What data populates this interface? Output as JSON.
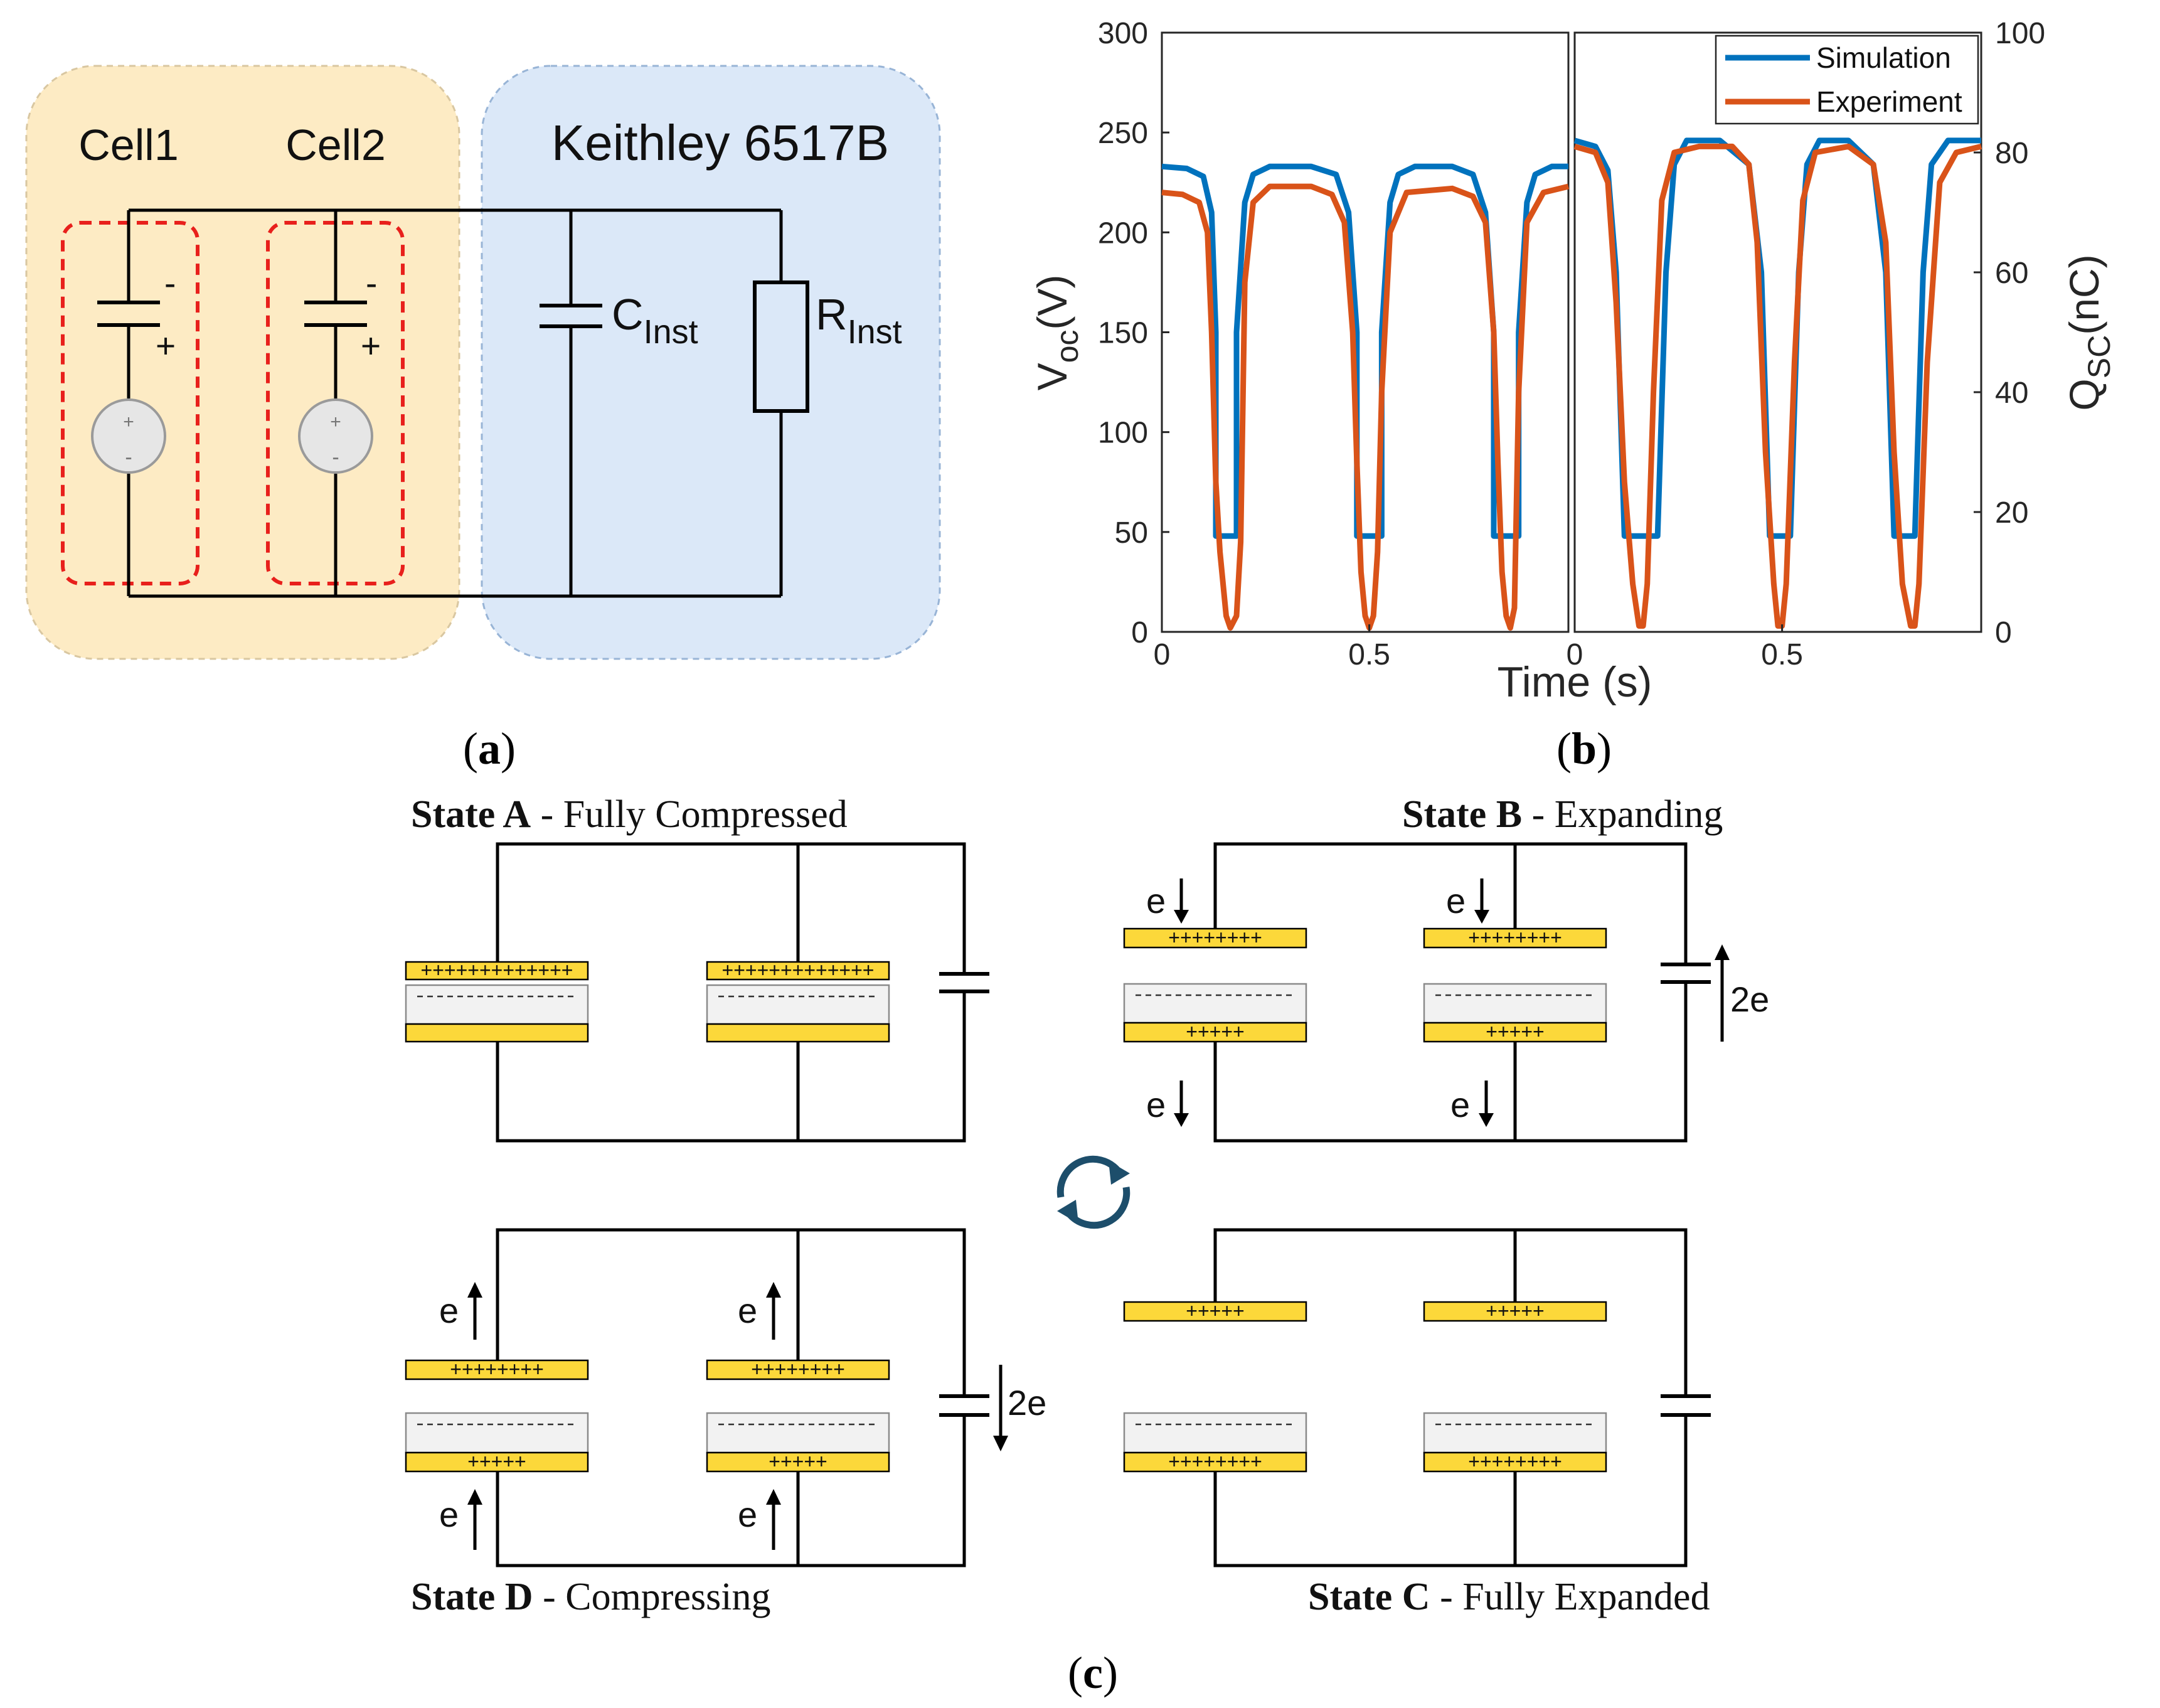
{
  "panel_a": {
    "cell1_label": "Cell1",
    "cell2_label": "Cell2",
    "instrument_label": "Keithley 6517B",
    "cap_label_main": "C",
    "cap_label_sub": "Inst",
    "res_label_main": "R",
    "res_label_sub": "Inst",
    "minus_sign": "-",
    "plus_sign": "+",
    "caption_open": "(",
    "caption_letter": "a",
    "caption_close": ")",
    "colors": {
      "cells_bg": "#fdebc4",
      "instrument_bg": "#dbe8f8",
      "dashed_box": "#e8201c"
    }
  },
  "panel_b": {
    "caption_open": "(",
    "caption_letter": "b",
    "caption_close": ")"
  },
  "panel_c": {
    "state_a_bold": "State A",
    "state_a_rest": " - Fully Compressed",
    "state_b_bold": "State B",
    "state_b_rest": " - Expanding",
    "state_c_bold": "State C",
    "state_c_rest": " - Fully Expanded",
    "state_d_bold": "State D",
    "state_d_rest": " - Compressing",
    "plus13": "+++++++++++++",
    "plus8": "++++++++",
    "plus5": "+++++",
    "e_label": "e",
    "two_e_label": "2e",
    "cycle_icon": "cycle-arrows-icon",
    "caption_open": "(",
    "caption_letter": "c",
    "caption_close": ")",
    "colors": {
      "electrode": "#fcd83a",
      "dielectric": "#f2f2f2",
      "cycle_icon": "#1d4e6b"
    }
  },
  "chart_data": {
    "type": "line",
    "xlabel": "Time (s)",
    "ylabel_left_main": "V",
    "ylabel_left_sub": "oc",
    "ylabel_left_unit": "(V)",
    "ylabel_right_main": "Q",
    "ylabel_right_sub": "SC",
    "ylabel_right_unit": "(nC)",
    "legend_position": "top-right",
    "grid": false,
    "series_colors": {
      "Simulation": "#0072bd",
      "Experiment": "#d95319"
    },
    "subplots": [
      {
        "axis": "left",
        "xlim": [
          0,
          0.98
        ],
        "ylim": [
          0,
          300
        ],
        "xticks": [
          "0",
          "0.5"
        ],
        "yticks": [
          "0",
          "50",
          "100",
          "150",
          "200",
          "250",
          "300"
        ],
        "series": [
          {
            "name": "Simulation",
            "x": [
              0,
              0.06,
              0.1,
              0.12,
              0.13,
              0.13,
              0.18,
              0.18,
              0.2,
              0.22,
              0.26,
              0.36,
              0.42,
              0.45,
              0.47,
              0.47,
              0.53,
              0.53,
              0.55,
              0.57,
              0.61,
              0.7,
              0.75,
              0.78,
              0.8,
              0.8,
              0.86,
              0.86,
              0.88,
              0.9,
              0.94,
              0.98
            ],
            "y": [
              233,
              232,
              228,
              210,
              150,
              48,
              48,
              150,
              215,
              229,
              233,
              233,
              229,
              210,
              150,
              48,
              48,
              150,
              215,
              229,
              233,
              233,
              229,
              210,
              150,
              48,
              48,
              150,
              215,
              229,
              233,
              233
            ]
          },
          {
            "name": "Experiment",
            "x": [
              0,
              0.05,
              0.09,
              0.11,
              0.12,
              0.13,
              0.14,
              0.155,
              0.165,
              0.18,
              0.19,
              0.2,
              0.22,
              0.26,
              0.36,
              0.41,
              0.44,
              0.46,
              0.47,
              0.48,
              0.49,
              0.5,
              0.51,
              0.52,
              0.53,
              0.55,
              0.59,
              0.7,
              0.75,
              0.78,
              0.8,
              0.81,
              0.82,
              0.83,
              0.84,
              0.85,
              0.86,
              0.88,
              0.92,
              0.98
            ],
            "y": [
              220,
              219,
              215,
              200,
              150,
              75,
              40,
              8,
              2,
              8,
              45,
              175,
              215,
              223,
              223,
              219,
              205,
              150,
              85,
              30,
              8,
              2,
              8,
              40,
              120,
              200,
              220,
              222,
              218,
              205,
              150,
              85,
              30,
              8,
              2,
              12,
              120,
              205,
              220,
              223
            ]
          }
        ]
      },
      {
        "axis": "right",
        "xlim": [
          0,
          0.98
        ],
        "ylim": [
          0,
          100
        ],
        "xticks": [
          "0",
          "0.5"
        ],
        "yticks": [
          "0",
          "20",
          "40",
          "60",
          "80",
          "100"
        ],
        "series": [
          {
            "name": "Simulation",
            "x": [
              0,
              0.05,
              0.08,
              0.1,
              0.12,
              0.13,
              0.15,
              0.15,
              0.2,
              0.22,
              0.24,
              0.27,
              0.35,
              0.42,
              0.45,
              0.47,
              0.47,
              0.52,
              0.54,
              0.56,
              0.59,
              0.66,
              0.72,
              0.75,
              0.77,
              0.77,
              0.82,
              0.84,
              0.86,
              0.9,
              0.98
            ],
            "y": [
              82,
              81,
              77,
              60,
              16,
              16,
              16,
              16,
              16,
              60,
              78,
              82,
              82,
              78,
              60,
              16,
              16,
              16,
              60,
              78,
              82,
              82,
              78,
              60,
              16,
              16,
              16,
              60,
              78,
              82,
              82
            ]
          },
          {
            "name": "Experiment",
            "x": [
              0,
              0.05,
              0.08,
              0.1,
              0.12,
              0.14,
              0.155,
              0.165,
              0.175,
              0.19,
              0.21,
              0.24,
              0.3,
              0.38,
              0.42,
              0.44,
              0.46,
              0.48,
              0.49,
              0.5,
              0.51,
              0.53,
              0.55,
              0.58,
              0.66,
              0.72,
              0.75,
              0.77,
              0.79,
              0.81,
              0.82,
              0.83,
              0.85,
              0.88,
              0.92,
              0.98
            ],
            "y": [
              81,
              80,
              75,
              55,
              25,
              8,
              1,
              1,
              8,
              40,
              72,
              80,
              81,
              81,
              78,
              65,
              30,
              8,
              1,
              1,
              8,
              45,
              72,
              80,
              81,
              78,
              65,
              30,
              8,
              1,
              1,
              8,
              45,
              75,
              80,
              81
            ]
          }
        ]
      }
    ]
  }
}
